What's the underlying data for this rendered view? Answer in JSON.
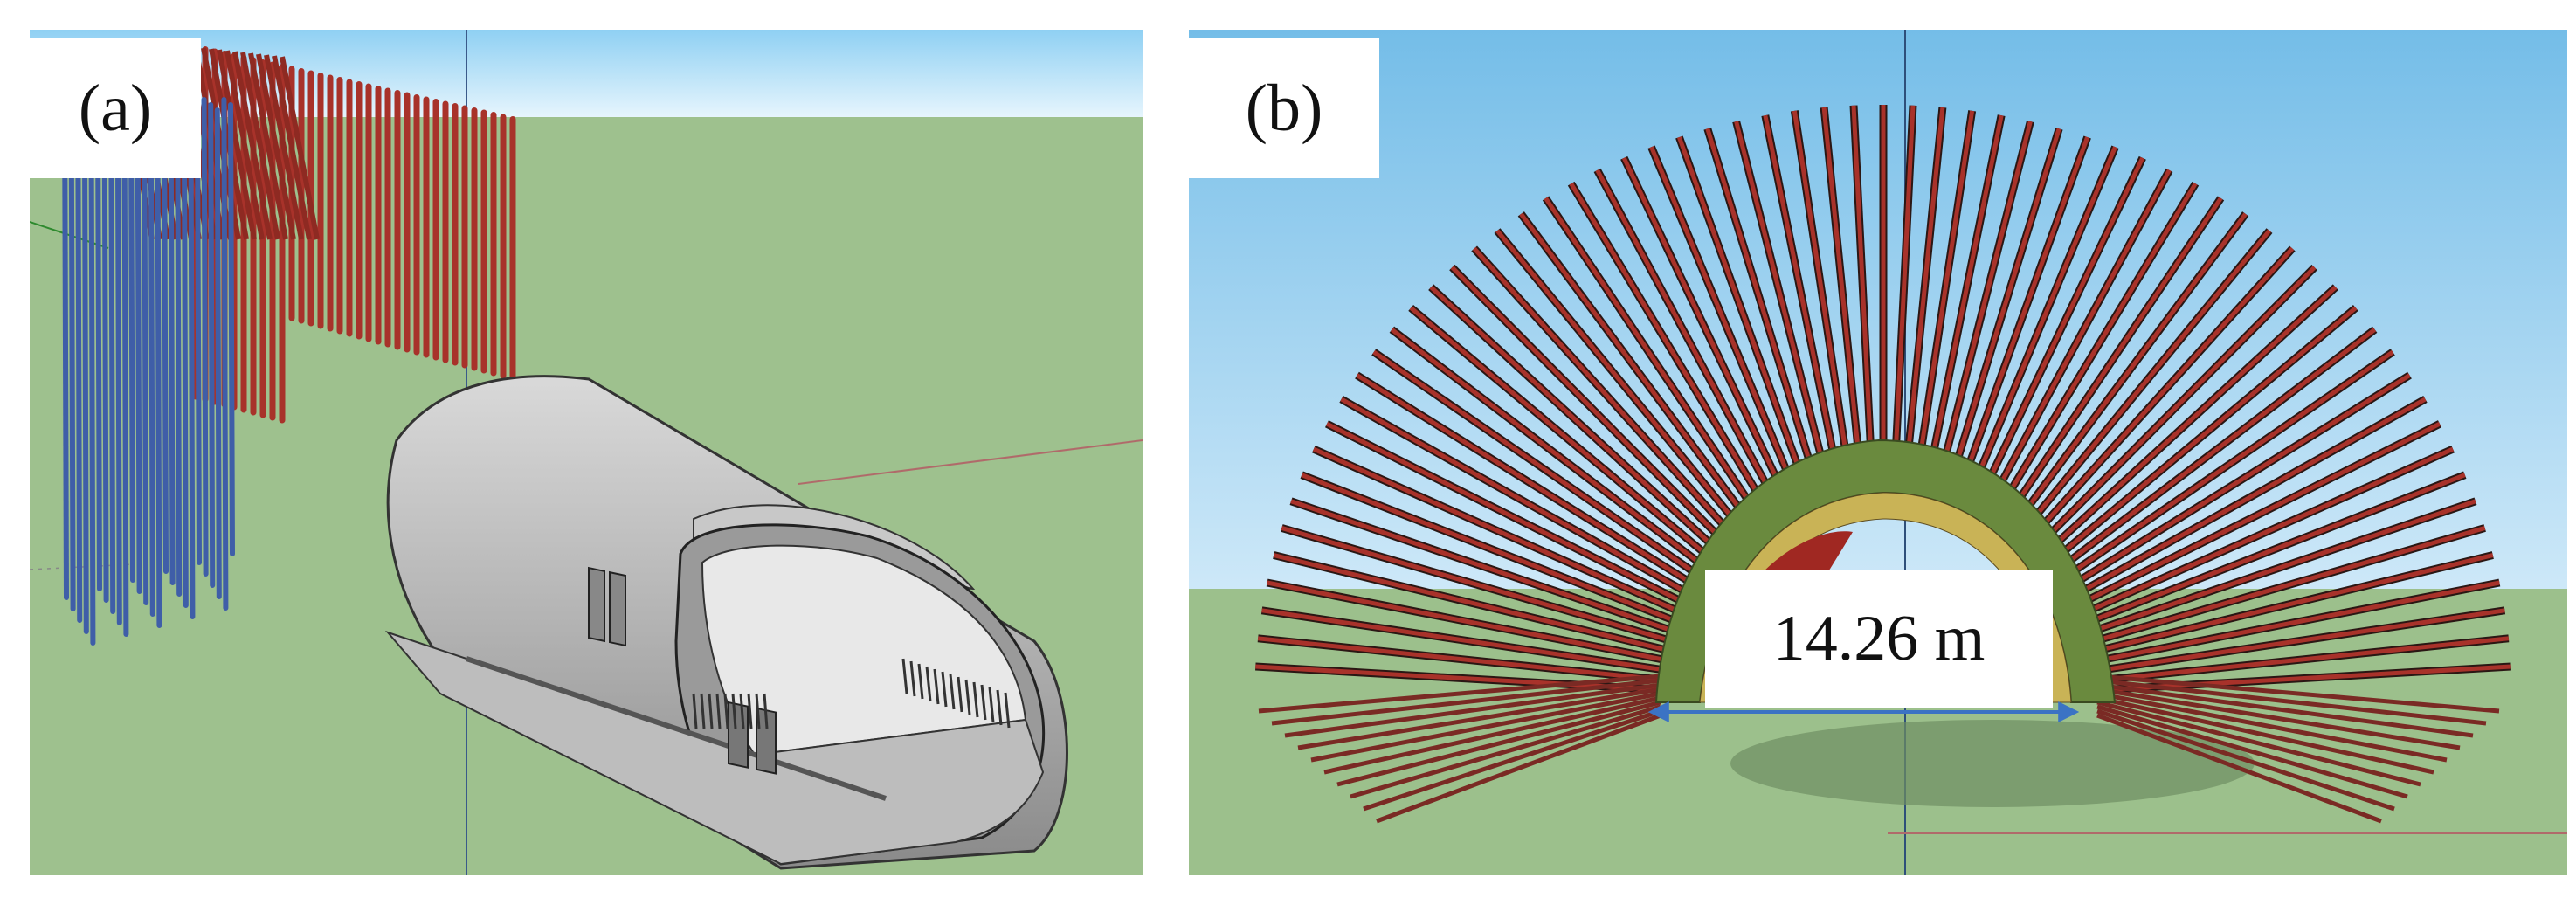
{
  "panels": [
    {
      "label": "(a)"
    },
    {
      "label": "(b)",
      "dimension": "14.26 m"
    }
  ],
  "colors": {
    "sky": "#7fc0ea",
    "ground": "#9cc08c",
    "blue_piles": "#3f5ea8",
    "red_piles": "#a8322a",
    "lining": "#b9b9b9",
    "dim_arrow": "#3b73c4"
  }
}
